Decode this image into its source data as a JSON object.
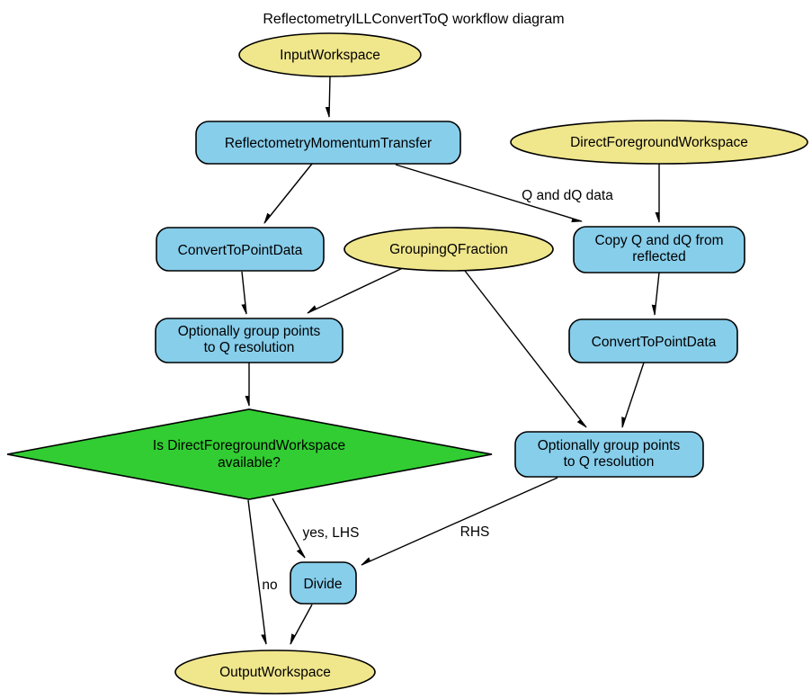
{
  "diagram": {
    "title": "ReflectometryILLConvertToQ workflow diagram",
    "colors": {
      "background": "#FFFFFF",
      "parameter_fill": "#F0E68C",
      "process_fill": "#87CEEB",
      "decision_fill": "#32CD32",
      "edge_stroke": "#000000"
    },
    "nodes": {
      "input_workspace": {
        "type": "parameter",
        "label": "InputWorkspace"
      },
      "reflectometry_momentum_transfer": {
        "type": "process",
        "label": "ReflectometryMomentumTransfer"
      },
      "direct_foreground_workspace": {
        "type": "parameter",
        "label": "DirectForegroundWorkspace"
      },
      "convert_to_point_data_left": {
        "type": "process",
        "label": "ConvertToPointData"
      },
      "grouping_q_fraction": {
        "type": "parameter",
        "label": "GroupingQFraction"
      },
      "copy_q_dq": {
        "type": "process",
        "line1": "Copy Q and dQ from",
        "line2": "reflected"
      },
      "convert_to_point_data_right": {
        "type": "process",
        "label": "ConvertToPointData"
      },
      "group_points_left": {
        "type": "process",
        "line1": "Optionally group points",
        "line2": "to Q resolution"
      },
      "decision": {
        "type": "decision",
        "line1": "Is DirectForegroundWorkspace",
        "line2": "available?"
      },
      "group_points_right": {
        "type": "process",
        "line1": "Optionally group points",
        "line2": "to Q resolution"
      },
      "divide": {
        "type": "process",
        "label": "Divide"
      },
      "output_workspace": {
        "type": "parameter",
        "label": "OutputWorkspace"
      }
    },
    "edge_labels": {
      "q_dq_data": "Q and dQ data",
      "yes_lhs": "yes, LHS",
      "rhs": "RHS",
      "no": "no"
    }
  }
}
